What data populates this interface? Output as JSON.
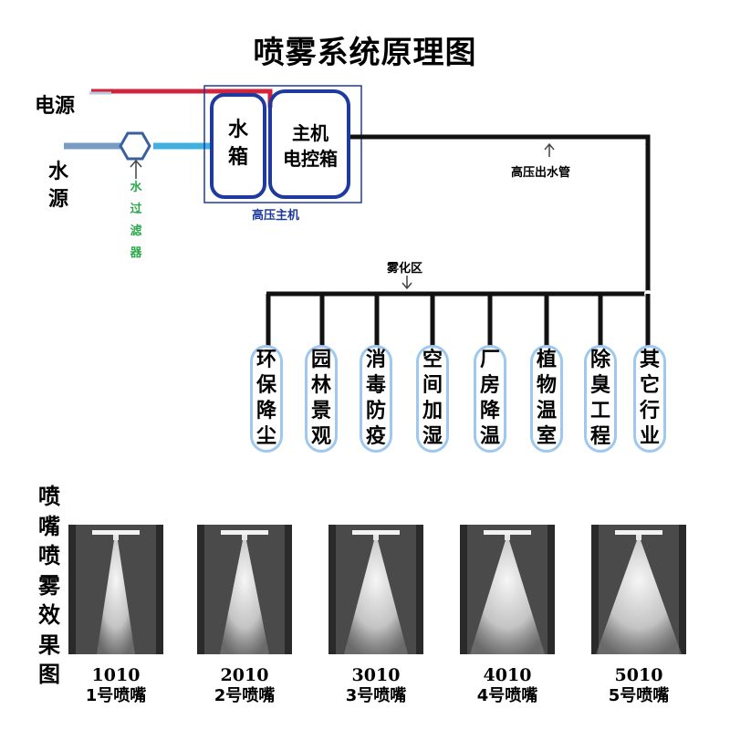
{
  "title": "喷雾系统原理图",
  "diagram": {
    "power_source": "电源",
    "water_source": [
      "水",
      "源"
    ],
    "water_filter": [
      "水",
      "过",
      "滤",
      "器"
    ],
    "water_tank": [
      "水",
      "箱"
    ],
    "controller": [
      "主机",
      "电控箱"
    ],
    "host_label": "高压主机",
    "pipe_label": "高压出水管",
    "zone_label": "雾化区",
    "colors": {
      "power_line": "#d0253c",
      "water_line": "#3fb0e0",
      "box_border": "#1f3a9e",
      "host_label": "#1f3a9e",
      "filter_label": "#2aa84a",
      "app_border": "#9ec8ef"
    }
  },
  "applications": [
    {
      "chars": [
        "环",
        "保",
        "降",
        "尘"
      ]
    },
    {
      "chars": [
        "园",
        "林",
        "景",
        "观"
      ]
    },
    {
      "chars": [
        "消",
        "毒",
        "防",
        "疫"
      ]
    },
    {
      "chars": [
        "空",
        "间",
        "加",
        "湿"
      ]
    },
    {
      "chars": [
        "厂",
        "房",
        "降",
        "温"
      ]
    },
    {
      "chars": [
        "植",
        "物",
        "温",
        "室"
      ]
    },
    {
      "chars": [
        "除",
        "臭",
        "工",
        "程"
      ]
    },
    {
      "chars": [
        "其",
        "它",
        "行",
        "业"
      ]
    }
  ],
  "nozzle_section": {
    "title_chars": [
      "喷",
      "嘴",
      "喷",
      "雾",
      "效",
      "果",
      "图"
    ],
    "nozzles": [
      {
        "code": "1010",
        "name": "1号喷嘴",
        "spread": 0.35
      },
      {
        "code": "2010",
        "name": "2号喷嘴",
        "spread": 0.5
      },
      {
        "code": "3010",
        "name": "3号喷嘴",
        "spread": 0.7
      },
      {
        "code": "4010",
        "name": "4号喷嘴",
        "spread": 0.85
      },
      {
        "code": "5010",
        "name": "5号喷嘴",
        "spread": 1.0
      }
    ]
  }
}
